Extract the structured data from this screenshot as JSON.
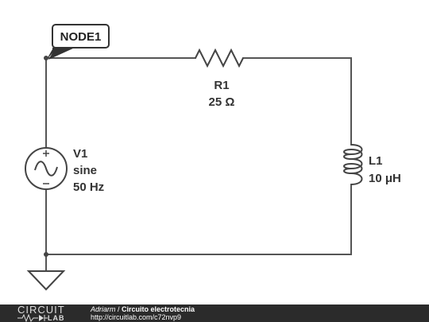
{
  "node_label": "NODE1",
  "resistor": {
    "name": "R1",
    "value": "25 Ω"
  },
  "source": {
    "name": "V1",
    "type": "sine",
    "freq": "50 Hz"
  },
  "inductor": {
    "name": "L1",
    "value": "10 μH"
  },
  "footer": {
    "logo_top": "CIRCUIT",
    "logo_bottom": "LAB",
    "author": "Adriarm",
    "separator": " / ",
    "title": "Circuito electrotecnia",
    "url": "http://circuitlab.com/c72nvp9"
  },
  "colors": {
    "wire": "#555555",
    "footer_bg": "#2b2b2b"
  }
}
